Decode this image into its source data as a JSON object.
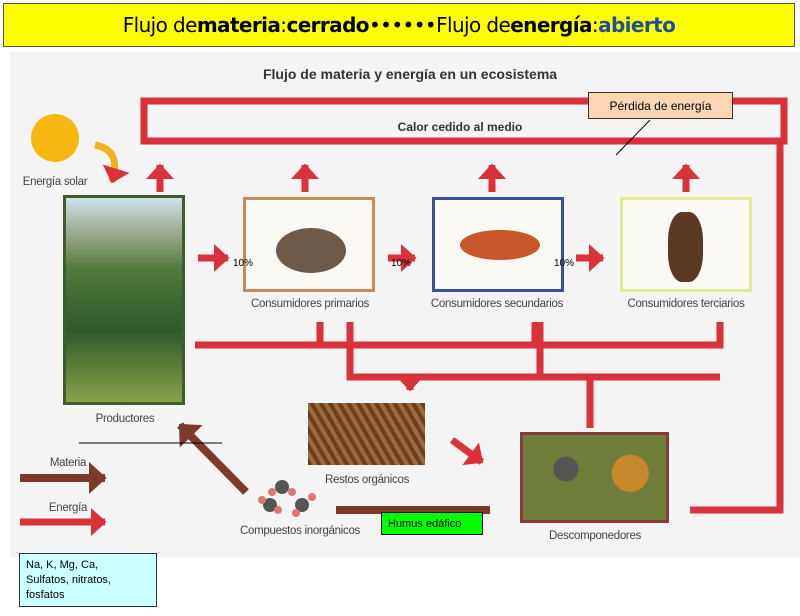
{
  "banner": {
    "part1": "Flujo de ",
    "materia": "materia",
    "colon1": ": ",
    "cerrado": "cerrado",
    "dots": " •••••• ",
    "part2": "Flujo de ",
    "energia": "energía",
    "colon2": ": ",
    "abierto": "abierto"
  },
  "diagram": {
    "title": "Flujo de materia y energía en un ecosistema",
    "heat_label": "Calor cedido al medio",
    "energy_loss_note": "Pérdida de energía",
    "solar_label": "Energía solar",
    "producers": "Productores",
    "primary": "Consumidores primarios",
    "secondary": "Consumidores secundarios",
    "tertiary": "Consumidores terciarios",
    "pct1": "10%",
    "pct2": "10%",
    "pct3": "10%",
    "organic_remains": "Restos orgánicos",
    "decomposers": "Descomponedores",
    "inorganic": "Compuestos inorgánicos",
    "humus": "Humus edáfico",
    "legend_matter": "Materia",
    "legend_energy": "Energía",
    "minerals_note": "Na, K, Mg, Ca,\nSulfatos, nitratos,\nfosfatos"
  },
  "colors": {
    "energy": "#d9323a",
    "matter": "#7b3a2c",
    "banner": "#ffff00",
    "humus": "#00ff00",
    "note": "#ccffff",
    "loss_note": "#fcd5b4"
  }
}
